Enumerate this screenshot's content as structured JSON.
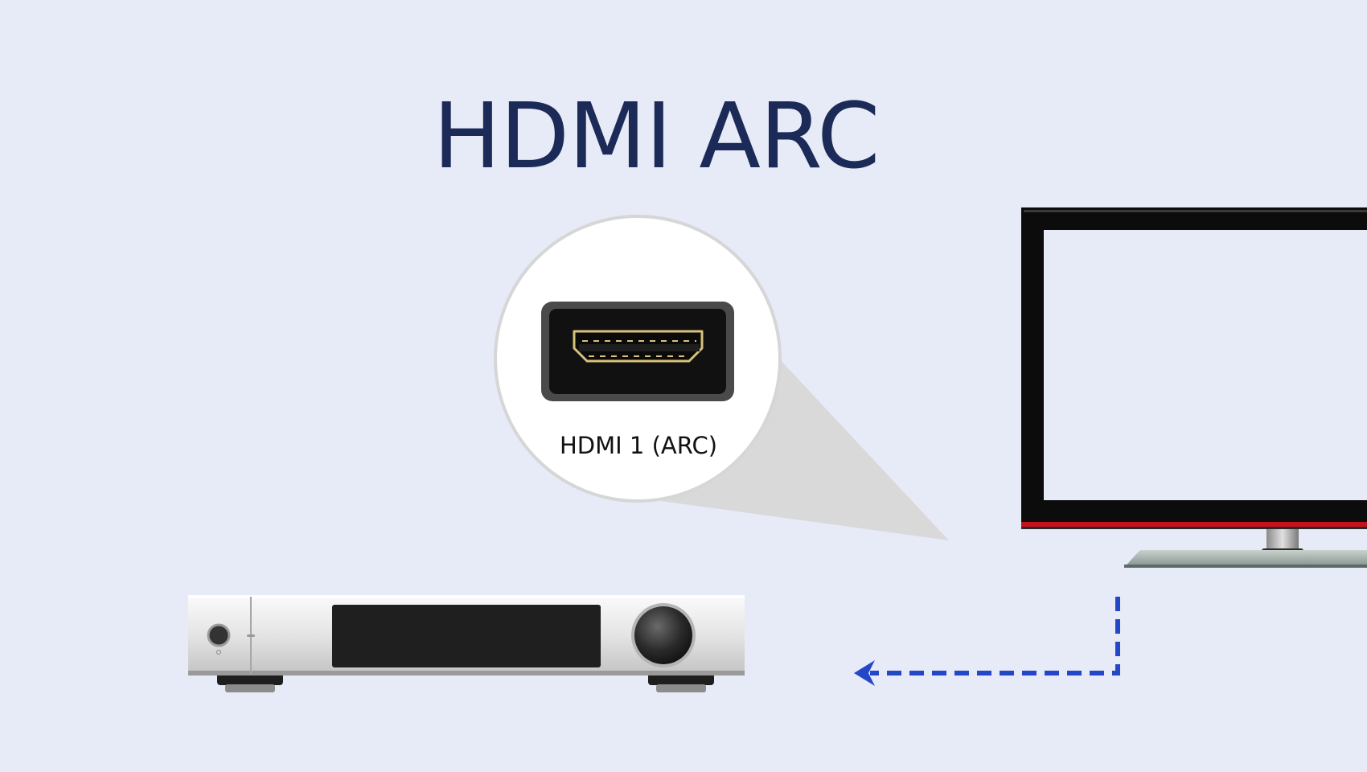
{
  "title": "HDMI ARC",
  "callout": {
    "port_label": "HDMI 1 (ARC)",
    "port_icon": "hdmi-port-icon"
  },
  "devices": {
    "audio_device": "hifi-amplifier",
    "display": "television"
  },
  "connection": {
    "style": "dashed-arrow",
    "direction": "from-tv-to-amplifier",
    "color": "#2447c9"
  },
  "colors": {
    "background": "#e7ebf7",
    "title": "#1b2a57",
    "tv_accent": "#c8101a",
    "hdmi_gold": "#d8c27a"
  }
}
